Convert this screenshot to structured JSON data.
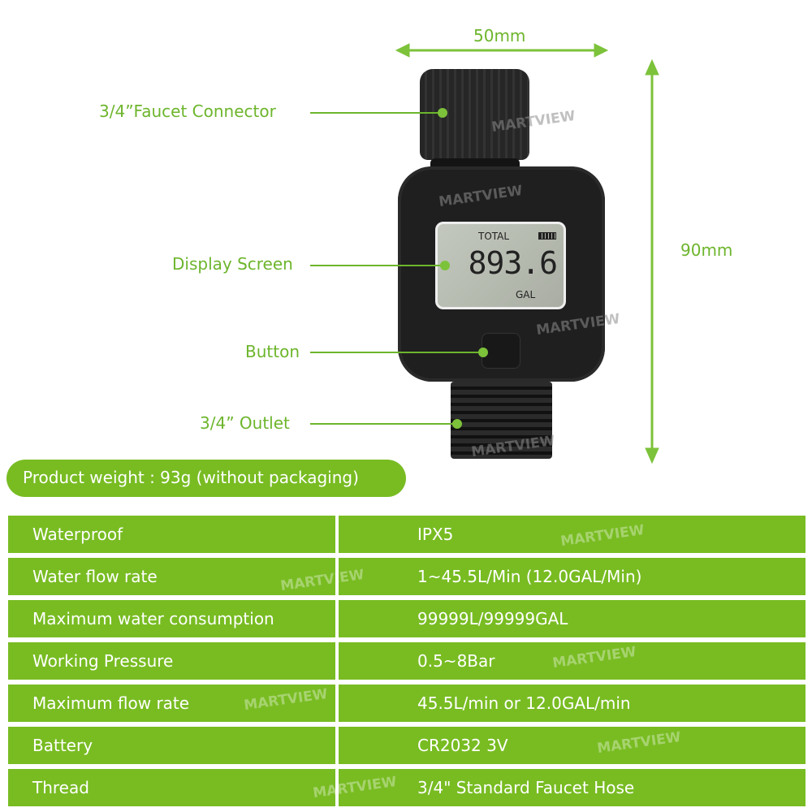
{
  "dimensions": {
    "width": "50mm",
    "height": "90mm"
  },
  "callouts": {
    "connector": "3/4”Faucet Connector",
    "display": "Display Screen",
    "button": "Button",
    "outlet": "3/4”  Outlet"
  },
  "lcd": {
    "top_label": "TOTAL",
    "reading": "893.6",
    "unit": "GAL",
    "battery_icon": "battery-full-icon"
  },
  "weight_banner": "Product weight :  93g (without packaging)",
  "specs": [
    {
      "name": "Waterproof",
      "value": "IPX5"
    },
    {
      "name": "Water flow rate",
      "value": "1~45.5L/Min (12.0GAL/Min)"
    },
    {
      "name": "Maximum water consumption",
      "value": "99999L/99999GAL"
    },
    {
      "name": "Working Pressure",
      "value": "0.5~8Bar"
    },
    {
      "name": "Maximum flow rate",
      "value": "45.5L/min or 12.0GAL/min"
    },
    {
      "name": "Battery",
      "value": "CR2032 3V"
    },
    {
      "name": "Thread",
      "value": "3/4\" Standard Faucet Hose"
    }
  ],
  "watermark": "MARTVIEW",
  "colors": {
    "accent": "#78bc22",
    "label": "#6db52c",
    "device": "#1e1e1e",
    "lcd": "#b9beb4"
  }
}
